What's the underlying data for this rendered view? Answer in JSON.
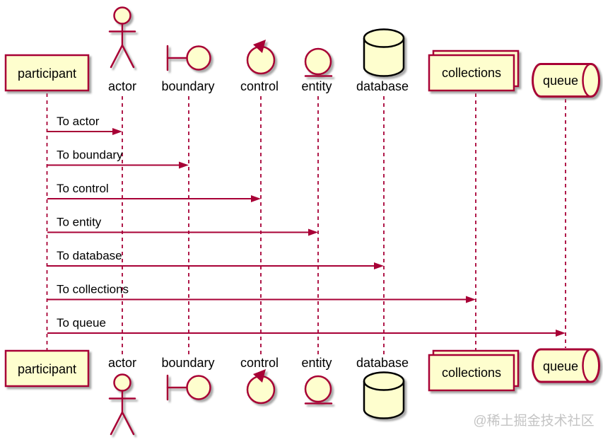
{
  "diagram": {
    "type": "sequence-diagram",
    "watermark": "@稀土掘金技术社区",
    "colors": {
      "background": "#FFFFFF",
      "shape_fill": "#FEFECE",
      "shape_stroke": "#A80036",
      "database_stroke": "#000000",
      "message_line": "#A80036",
      "label_text": "#000000",
      "watermark_text": "#C4C4C4"
    },
    "participants": [
      {
        "id": "participant",
        "kind": "box",
        "label": "participant"
      },
      {
        "id": "actor",
        "kind": "actor",
        "label": "actor"
      },
      {
        "id": "boundary",
        "kind": "boundary",
        "label": "boundary"
      },
      {
        "id": "control",
        "kind": "control",
        "label": "control"
      },
      {
        "id": "entity",
        "kind": "entity",
        "label": "entity"
      },
      {
        "id": "database",
        "kind": "database",
        "label": "database"
      },
      {
        "id": "collections",
        "kind": "collections",
        "label": "collections"
      },
      {
        "id": "queue",
        "kind": "queue",
        "label": "queue"
      }
    ],
    "messages": [
      {
        "from": "participant",
        "to": "actor",
        "label": "To actor"
      },
      {
        "from": "participant",
        "to": "boundary",
        "label": "To boundary"
      },
      {
        "from": "participant",
        "to": "control",
        "label": "To control"
      },
      {
        "from": "participant",
        "to": "entity",
        "label": "To entity"
      },
      {
        "from": "participant",
        "to": "database",
        "label": "To database"
      },
      {
        "from": "participant",
        "to": "collections",
        "label": "To collections"
      },
      {
        "from": "participant",
        "to": "queue",
        "label": "To queue"
      }
    ]
  }
}
